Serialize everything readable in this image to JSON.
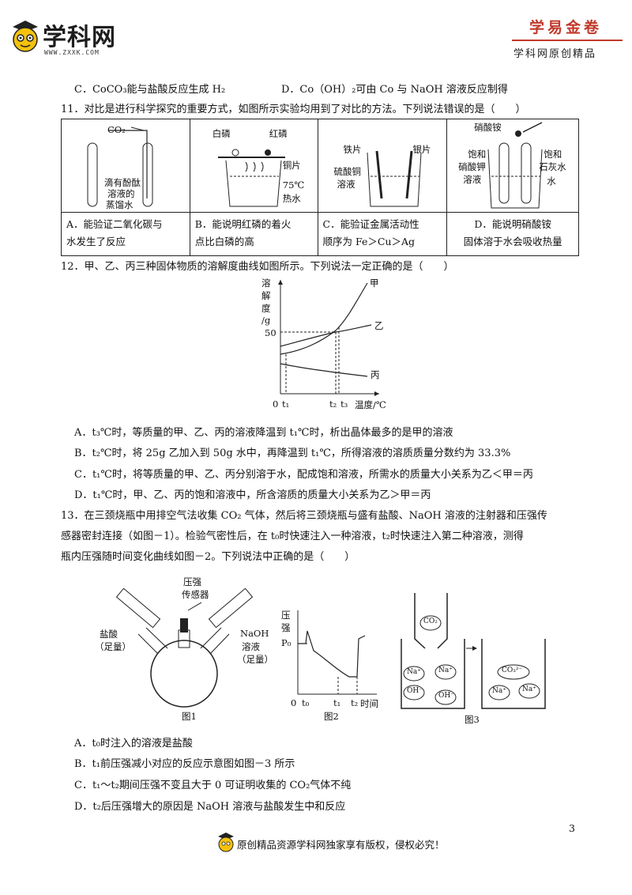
{
  "header": {
    "logo_name": "学科网",
    "logo_url": "WWW.ZXXK.COM",
    "brand_title": "学易金卷",
    "brand_subtitle": "学科网原创精品"
  },
  "q10": {
    "option_c": "C．CoCO₃能与盐酸反应生成 H₂",
    "option_d": "D．Co（OH）₂可由 Co 与 NaOH 溶液反应制得"
  },
  "q11": {
    "stem": "11．对比是进行科学探究的重要方式，如图所示实验均用到了对比的方法。下列说法错误的是（　　）",
    "figA": {
      "co2": "CO₂",
      "l1": "滴有酚酞",
      "l2": "溶液的",
      "l3": "蒸馏水"
    },
    "figB": {
      "white": "白磷",
      "red": "红磷",
      "copper": "铜片",
      "temp": "75℃",
      "water": "热水"
    },
    "figC": {
      "iron": "铁片",
      "silver": "银片",
      "sol1": "硫酸铜",
      "sol2": "溶液"
    },
    "figD": {
      "salt": "硝酸铵",
      "s1": "饱和",
      "s2": "硝酸钾",
      "s3": "溶液",
      "r1": "饱和",
      "r2": "石灰水",
      "r3": "水"
    },
    "options": [
      {
        "l1": "A．能验证二氧化碳与",
        "l2": "水发生了反应"
      },
      {
        "l1": "B．能说明红磷的着火",
        "l2": "点比白磷的高"
      },
      {
        "l1": "C．能验证金属活动性",
        "l2": "顺序为 Fe＞Cu＞Ag"
      },
      {
        "l1": "D．能说明硝酸铵",
        "l2": "固体溶于水会吸收热量"
      }
    ]
  },
  "q12": {
    "stem": "12．甲、乙、丙三种固体物质的溶解度曲线如图所示。下列说法一定正确的是（　　）",
    "chart": {
      "y_label": [
        "溶",
        "解",
        "度",
        "/g"
      ],
      "y_tick": "50",
      "x_label": "温度/℃",
      "origin": "0",
      "t1": "t₁",
      "t2": "t₂",
      "t3": "t₃",
      "jia": "甲",
      "yi": "乙",
      "bing": "丙"
    },
    "options": [
      "A．t₃℃时，等质量的甲、乙、丙的溶液降温到 t₁℃时，析出晶体最多的是甲的溶液",
      "B．t₂℃时，将 25g 乙加入到 50g 水中，再降温到 t₁℃，所得溶液的溶质质量分数约为 33.3%",
      "C．t₁℃时，将等质量的甲、乙、丙分别溶于水，配成饱和溶液，所需水的质量大小关系为乙＜甲＝丙",
      "D．t₁℃时，甲、乙、丙的饱和溶液中，所含溶质的质量大小关系为乙＞甲＝丙"
    ]
  },
  "q13": {
    "stem1": "13．在三颈烧瓶中用排空气法收集 CO₂ 气体，然后将三颈烧瓶与盛有盐酸、NaOH 溶液的注射器和压强传",
    "stem2": "感器密封连接（如图－1）。检验气密性后，在 t₀时快速注入一种溶液，t₂时快速注入第二种溶液，测得",
    "stem3": "瓶内压强随时间变化曲线如图－2。下列说法中正确的是（　　）",
    "fig1": {
      "sensor1": "压强",
      "sensor2": "传感器",
      "hcl": "盐酸",
      "hcl_q": "（足量）",
      "naoh1": "NaOH",
      "naoh2": "溶液",
      "naoh3": "（足量）",
      "caption": "图1"
    },
    "fig2": {
      "y1": "压",
      "y2": "强",
      "p0": "P₀",
      "origin": "0",
      "t0": "t₀",
      "t1": "t₁",
      "t2": "t₂",
      "x": "时间",
      "caption": "图2"
    },
    "fig3": {
      "co2": "CO₂",
      "na": "Na⁺",
      "oh": "OH⁻",
      "co3": "CO₃²⁻",
      "caption": "图3"
    },
    "options": [
      "A．t₀时注入的溶液是盐酸",
      "B．t₁前压强减小对应的反应示意图如图－3 所示",
      "C．t₁～t₂期间压强不变且大于 0 可证明收集的 CO₂气体不纯",
      "D．t₂后压强增大的原因是 NaOH 溶液与盐酸发生中和反应"
    ]
  },
  "footer": {
    "text": "原创精品资源学科网独家享有版权，侵权必究！",
    "page": "3"
  },
  "colors": {
    "brand_red": "#c0392b",
    "logo_yellow": "#f4c20d"
  }
}
